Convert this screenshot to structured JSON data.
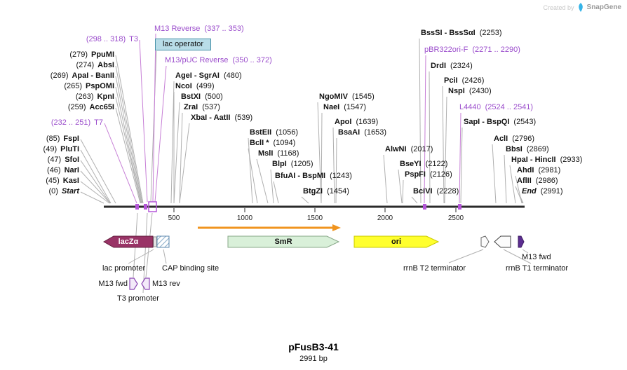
{
  "watermark": {
    "prefix": "Created by",
    "brand": "SnapGene"
  },
  "plasmid": {
    "name": "pFusB3-41",
    "length": "2991 bp"
  },
  "ruler": {
    "ticks": [
      "500",
      "1000",
      "1500",
      "2000",
      "2500"
    ]
  },
  "features": {
    "lacza": "lacZα",
    "smr": "SmR",
    "ori": "ori",
    "lac_operator": "lac operator",
    "lac_promoter": "lac promoter",
    "cap_binding_site": "CAP binding site",
    "rrnb_t2_terminator": "rrnB T2 terminator",
    "rrnb_t1_terminator": "rrnB T1 terminator",
    "m13_fwd": "M13 fwd",
    "m13_rev": "M13 rev",
    "t3_promoter": "T3 promoter"
  },
  "colors": {
    "primer_text": "#9b4dcc",
    "primer_line": "#c77fd6",
    "lacza_fill": "#993366",
    "smr_fill": "#d9f0d9",
    "ori_fill": "#ffff2e",
    "orf_arrow": "#f0941f",
    "operator_box": "#b9dde8"
  },
  "sites": [
    {
      "name": "T3",
      "pos": "(298 .. 318)"
    },
    {
      "name": "PpuMI",
      "pos": "(279)"
    },
    {
      "name": "AbsI",
      "pos": "(274)"
    },
    {
      "name": "ApaI - BanII",
      "pos": "(269)"
    },
    {
      "name": "PspOMI",
      "pos": "(265)"
    },
    {
      "name": "KpnI",
      "pos": "(263)"
    },
    {
      "name": "Acc65I",
      "pos": "(259)"
    },
    {
      "name": "T7",
      "pos": "(232 .. 251)"
    },
    {
      "name": "FspI",
      "pos": "(85)"
    },
    {
      "name": "PluTI",
      "pos": "(49)"
    },
    {
      "name": "SfoI",
      "pos": "(47)"
    },
    {
      "name": "NarI",
      "pos": "(46)"
    },
    {
      "name": "KasI",
      "pos": "(45)"
    },
    {
      "name": "Start",
      "pos": "(0)"
    },
    {
      "name": "M13 Reverse",
      "pos": "(337 .. 353)"
    },
    {
      "name": "M13/pUC Reverse",
      "pos": "(350 .. 372)"
    },
    {
      "name": "AgeI - SgrAI",
      "pos": "(480)"
    },
    {
      "name": "NcoI",
      "pos": "(499)"
    },
    {
      "name": "BstXI",
      "pos": "(500)"
    },
    {
      "name": "ZraI",
      "pos": "(537)"
    },
    {
      "name": "XbaI - AatII",
      "pos": "(539)"
    },
    {
      "name": "BstEII",
      "pos": "(1056)"
    },
    {
      "name": "BclI *",
      "pos": "(1094)"
    },
    {
      "name": "MslI",
      "pos": "(1168)"
    },
    {
      "name": "BlpI",
      "pos": "(1205)"
    },
    {
      "name": "BfuAI - BspMI",
      "pos": "(1243)"
    },
    {
      "name": "BtgZI",
      "pos": "(1454)"
    },
    {
      "name": "NgoMIV",
      "pos": "(1545)"
    },
    {
      "name": "NaeI",
      "pos": "(1547)"
    },
    {
      "name": "ApoI",
      "pos": "(1639)"
    },
    {
      "name": "BsaAI",
      "pos": "(1653)"
    },
    {
      "name": "AlwNI",
      "pos": "(2017)"
    },
    {
      "name": "BseYI",
      "pos": "(2122)"
    },
    {
      "name": "PspFI",
      "pos": "(2126)"
    },
    {
      "name": "BciVI",
      "pos": "(2228)"
    },
    {
      "name": "BssSI - BssSαI",
      "pos": "(2253)"
    },
    {
      "name": "pBR322ori-F",
      "pos": "(2271 .. 2290)"
    },
    {
      "name": "DrdI",
      "pos": "(2324)"
    },
    {
      "name": "PciI",
      "pos": "(2426)"
    },
    {
      "name": "NspI",
      "pos": "(2430)"
    },
    {
      "name": "L4440",
      "pos": "(2524 .. 2541)"
    },
    {
      "name": "SapI - BspQI",
      "pos": "(2543)"
    },
    {
      "name": "AclI",
      "pos": "(2796)"
    },
    {
      "name": "BbsI",
      "pos": "(2869)"
    },
    {
      "name": "HpaI - HincII",
      "pos": "(2933)"
    },
    {
      "name": "AhdI",
      "pos": "(2981)"
    },
    {
      "name": "AflII",
      "pos": "(2986)"
    },
    {
      "name": "End",
      "pos": "(2991)"
    }
  ]
}
